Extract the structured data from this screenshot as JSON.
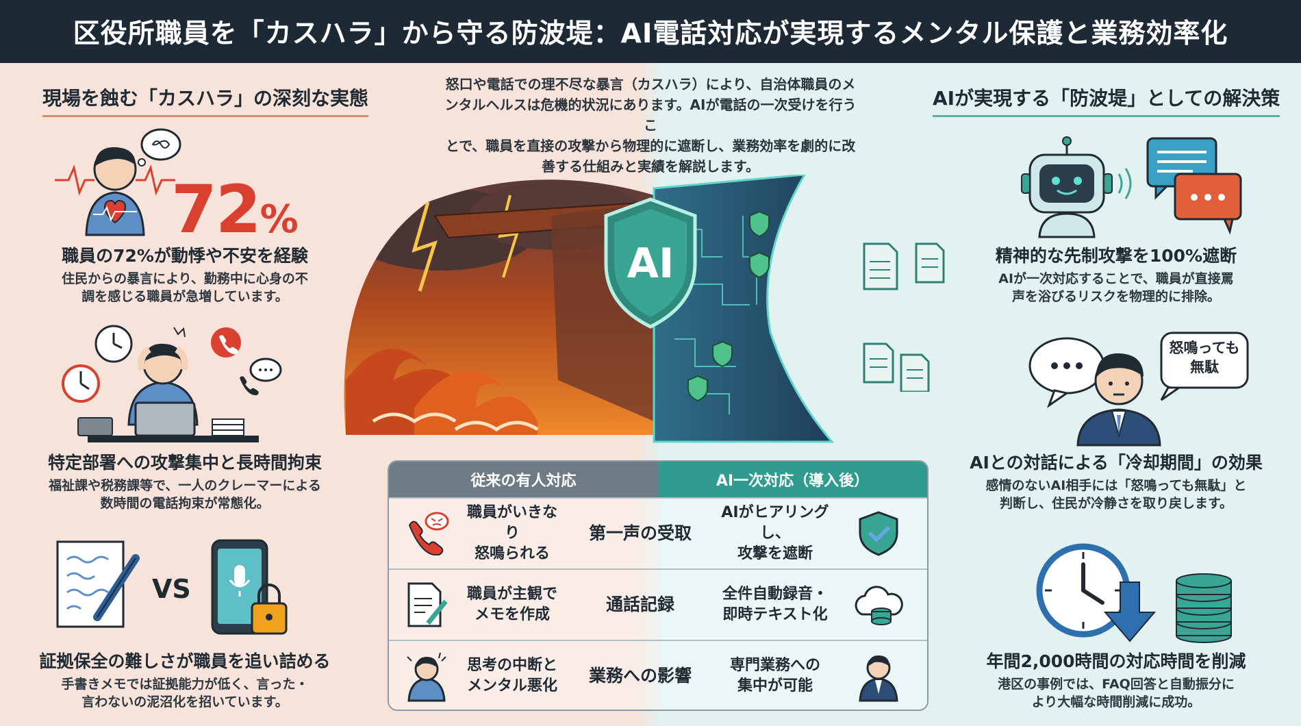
{
  "title": "区役所職員を「カスハラ」から守る防波堤：AI電話対応が実現するメンタル保護と業務効率化",
  "intro": [
    "怒口や電話での理不尽な暴言（カスハラ）により、自治体職員のメ",
    "ンタルヘルスは危機的状況にあります。AIが電話の一次受けを行うこ",
    "とで、職員を直接の攻撃から物理的に遮断し、業務効率を劇的に改",
    "善する仕組みと実績を解説します。"
  ],
  "left": {
    "heading": "現場を蝕む「カスハラ」の深刻な実態",
    "stat": {
      "value": "72",
      "unit": "%"
    },
    "items": [
      {
        "title": "職員の72%が動悸や不安を経験",
        "desc": [
          "住民からの暴言により、勤務中に心身の不",
          "調を感じる職員が急増しています。"
        ]
      },
      {
        "title": "特定部署への攻撃集中と長時間拘束",
        "desc": [
          "福祉課や税務課等で、一人のクレーマーによる",
          "数時間の電話拘束が常態化。"
        ]
      },
      {
        "title": "証拠保全の難しさが職員を追い詰める",
        "desc": [
          "手書きメモでは証拠能力が低く、言った・",
          "言わないの泥沼化を招いています。"
        ]
      }
    ],
    "vs_label": "VS"
  },
  "right": {
    "heading": "AIが実現する「防波堤」としての解決策",
    "items": [
      {
        "title": "精神的な先制攻撃を100%遮断",
        "desc": [
          "AIが一次対応することで、職員が直接罵",
          "声を浴びるリスクを物理的に排除。"
        ]
      },
      {
        "title": "AIとの対話による「冷却期間」の効果",
        "desc": [
          "感情のないAI相手には「怒鳴っても無駄」と",
          "判断し、住民が冷静さを取り戻します。"
        ]
      },
      {
        "title": "年間2,000時間の対応時間を削減",
        "desc": [
          "港区の事例では、FAQ回答と自動振分に",
          "より大幅な時間削減に成功。"
        ]
      }
    ],
    "bubble": [
      "怒鳴っても",
      "無駄"
    ]
  },
  "center": {
    "shield_label": "AI"
  },
  "comparison": {
    "left_header": "従来の有人対応",
    "right_header": "AI一次対応（導入後）",
    "rows": [
      {
        "left": [
          "職員がいきなり",
          "怒鳴られる"
        ],
        "middle": "第一声の受取",
        "right": [
          "AIがヒアリングし、",
          "攻撃を遮断"
        ]
      },
      {
        "left": [
          "職員が主観で",
          "メモを作成"
        ],
        "middle": "通話記録",
        "right": [
          "全件自動録音・",
          "即時テキスト化"
        ]
      },
      {
        "left": [
          "思考の中断と",
          "メンタル悪化"
        ],
        "middle": "業務への影響",
        "right": [
          "専門業務への",
          "集中が可能"
        ]
      }
    ]
  },
  "colors": {
    "title_bg": "#1d2a35",
    "accent_red": "#d8412f",
    "accent_teal": "#2f9c8f",
    "left_bg": "#f7e3da",
    "right_bg": "#e1f2f1"
  }
}
